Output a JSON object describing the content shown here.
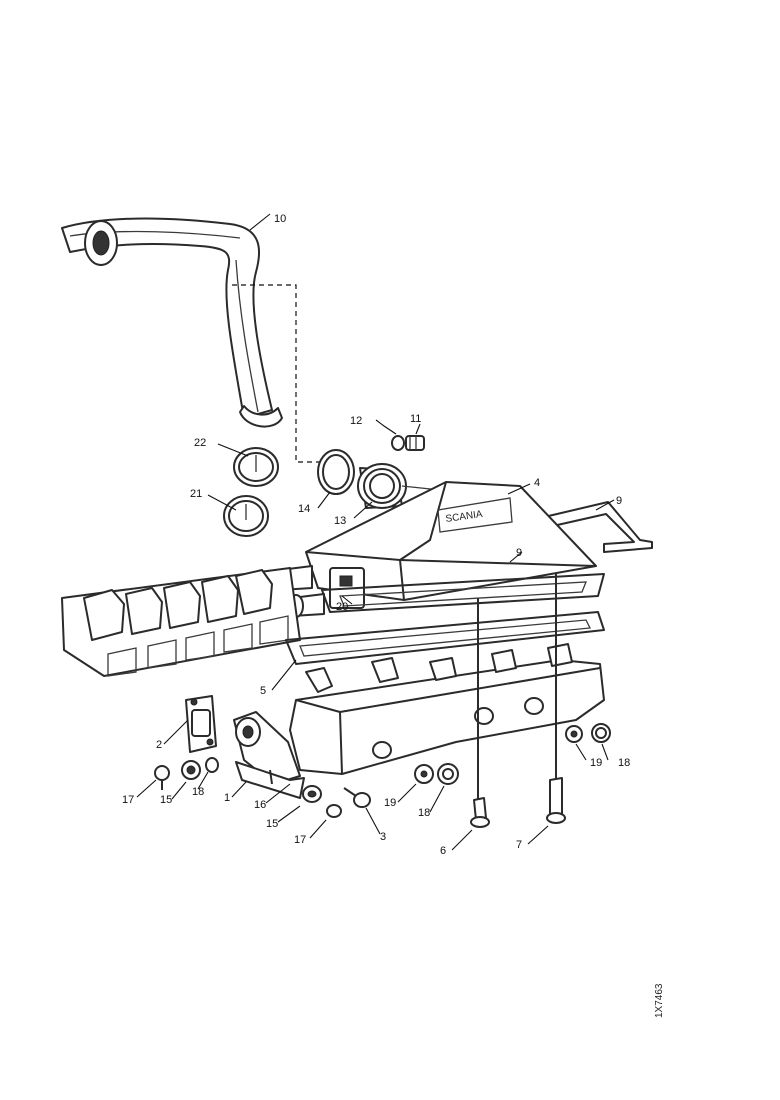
{
  "callouts": {
    "c10": "10",
    "c11": "11",
    "c12": "12",
    "c22": "22",
    "c21": "21",
    "c14": "14",
    "c13": "13",
    "c4": "4",
    "c9a": "9",
    "c9b": "9",
    "c20": "20",
    "c5": "5",
    "c2": "2",
    "c17a": "17",
    "c15a": "15",
    "c18a": "18",
    "c1": "1",
    "c16": "16",
    "c15b": "15",
    "c17b": "17",
    "c3": "3",
    "c19": "19",
    "c18b": "18",
    "c6": "6",
    "c7": "7",
    "c19b": "19",
    "c18c": "18"
  },
  "figure_code": "1X7463"
}
